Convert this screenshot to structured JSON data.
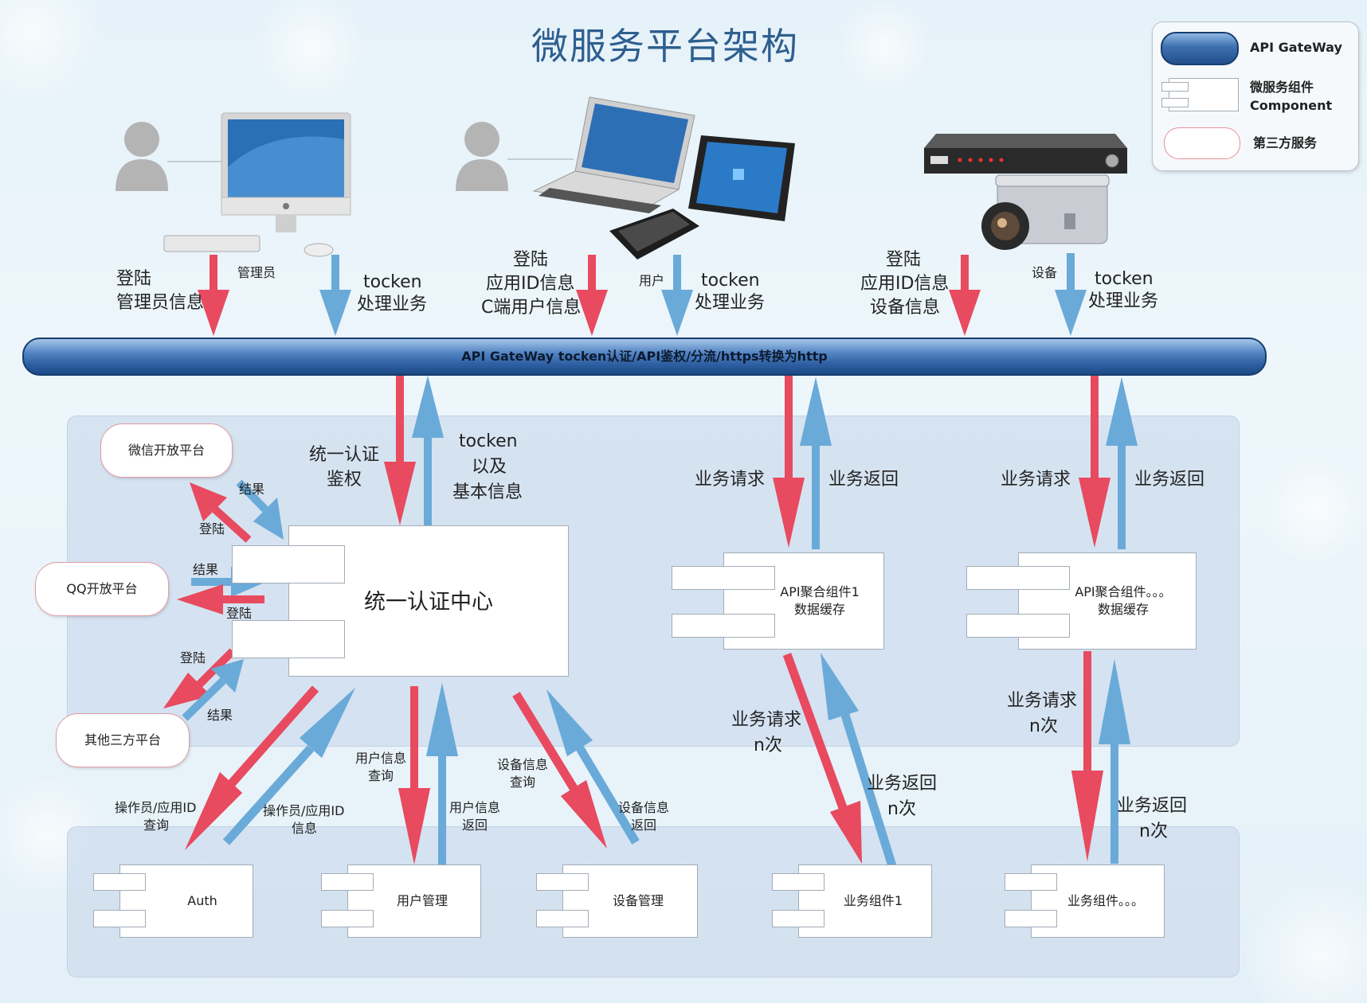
{
  "title": "微服务平台架构",
  "legend": {
    "gateway": "API GateWay",
    "component_line1": "微服务组件",
    "component_line2": "Component",
    "third_party": "第三方服务"
  },
  "gateway_bar": "API GateWay tocken认证/API鉴权/分流/https转换为http",
  "clients": {
    "admin": {
      "role": "管理员",
      "up_line1": "登陆",
      "up_line2": "管理员信息",
      "down_line1": "tocken",
      "down_line2": "处理业务"
    },
    "user": {
      "role": "用户",
      "up_line1": "登陆",
      "up_line2": "应用ID信息",
      "up_line3": "C端用户信息",
      "down_line1": "tocken",
      "down_line2": "处理业务"
    },
    "device": {
      "role": "设备",
      "up_line1": "登陆",
      "up_line2": "应用ID信息",
      "up_line3": "设备信息",
      "down_line1": "tocken",
      "down_line2": "处理业务"
    }
  },
  "auth_center": {
    "name": "统一认证中心",
    "in_line1": "统一认证",
    "in_line2": "鉴权",
    "out_line1": "tocken",
    "out_line2": "以及",
    "out_line3": "基本信息"
  },
  "third_parties": [
    {
      "name": "微信开放平台",
      "result": "结果",
      "login": "登陆"
    },
    {
      "name": "QQ开放平台",
      "result": "结果",
      "login": "登陆"
    },
    {
      "name": "其他三方平台",
      "result": "结果",
      "login": "登陆"
    }
  ],
  "aggregates": [
    {
      "line1": "API聚合组件1",
      "line2": "数据缓存",
      "request": "业务请求",
      "return": "业务返回",
      "n_request_1": "业务请求",
      "n_request_2": "n次",
      "n_return_1": "业务返回",
      "n_return_2": "n次"
    },
    {
      "line1": "API聚合组件。。。",
      "line2": "数据缓存",
      "request": "业务请求",
      "return": "业务返回",
      "n_request_1": "业务请求",
      "n_request_2": "n次",
      "n_return_1": "业务返回",
      "n_return_2": "n次"
    }
  ],
  "auth_links": {
    "auth_query_1": "操作员/应用ID",
    "auth_query_2": "查询",
    "auth_info_1": "操作员/应用ID",
    "auth_info_2": "信息",
    "user_query_1": "用户信息",
    "user_query_2": "查询",
    "user_return_1": "用户信息",
    "user_return_2": "返回",
    "device_query_1": "设备信息",
    "device_query_2": "查询",
    "device_return_1": "设备信息",
    "device_return_2": "返回"
  },
  "services": [
    "Auth",
    "用户管理",
    "设备管理",
    "业务组件1",
    "业务组件。。。"
  ],
  "colors": {
    "request_arrow": "#e84a5f",
    "response_arrow": "#6aaad8",
    "gateway": "#2f61a3"
  }
}
